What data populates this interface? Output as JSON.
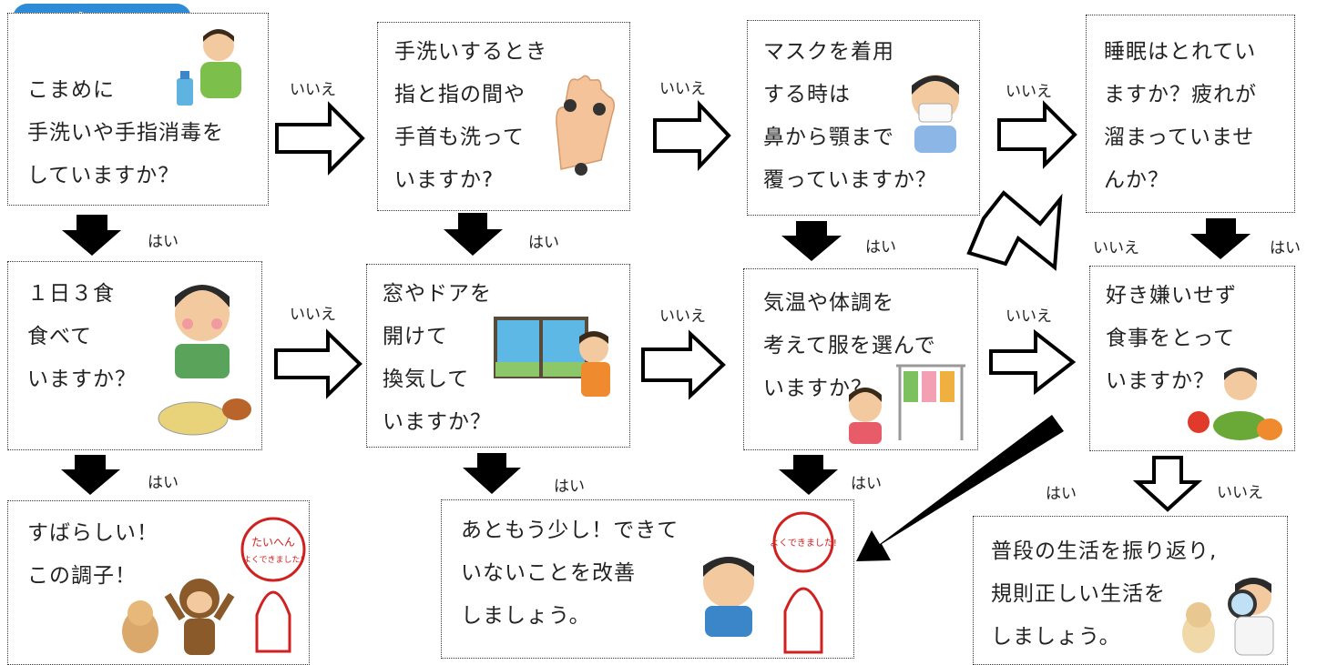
{
  "start_label": "スタート",
  "boxes": {
    "q1": "こまめに\n手洗いや手指消毒を\nしていますか？",
    "q2": "手洗いするとき\n指と指の間や\n手首も洗って\nいますか?",
    "q3": "マスクを着用\nする時は\n鼻から顎まで\n覆っていますか？",
    "q4": "睡眠はとれてい\nますか？疲れが\n溜まっていませ\nんか？",
    "q5": "１日３食\n食べて\nいますか？",
    "q6": "窓やドアを\n開けて\n換気して\nいますか？",
    "q7": "気温や体調を\n考えて服を選んで\nいますか？",
    "q8": "好き嫌いせず\n食事をとって\nいますか？",
    "r1": "すばらしい！\nこの調子！",
    "r2": "あともう少し！できて\nいないことを改善\nしましょう。",
    "r3": "普段の生活を振り返り,\n規則正しい生活を\nしましょう。"
  },
  "labels": {
    "yes": "はい",
    "no": "いいえ"
  },
  "stamps": {
    "stamp1": "たいへん よくできました!",
    "stamp2": "よくできました!"
  },
  "colors": {
    "start_badge": "#2e8bd8",
    "arrow_fill": "#000000",
    "arrow_outline": "#000000"
  },
  "icons": [
    "hand-washing-illustration",
    "germs-hand-illustration",
    "mask-person-illustration",
    "eating-person-illustration",
    "window-ventilation-illustration",
    "clothes-rack-illustration",
    "vegetables-illustration",
    "animals-cheering-illustration",
    "stamp-illustration",
    "doctor-illustration"
  ]
}
